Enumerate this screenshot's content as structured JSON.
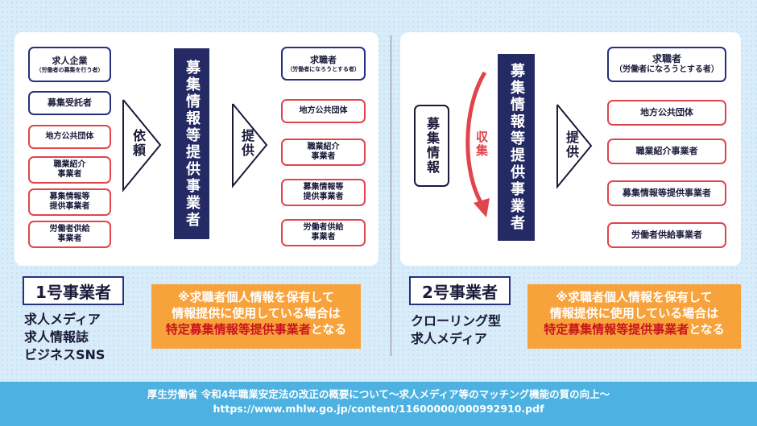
{
  "left": {
    "sources": [
      {
        "label": "求人企業",
        "sub": "（労働者の募集を行う者）"
      },
      {
        "label": "募集受託者",
        "sub": ""
      },
      {
        "label": "地方公共団体",
        "sub": ""
      },
      {
        "label": "職業紹介\n事業者",
        "sub": ""
      },
      {
        "label": "募集情報等\n提供事業者",
        "sub": ""
      },
      {
        "label": "労働者供給\n事業者",
        "sub": ""
      }
    ],
    "arrow1": "依頼",
    "center": "募集情報等提供事業者",
    "arrow2": "提供",
    "targets": [
      {
        "label": "求職者",
        "sub": "（労働者になろうとする者）"
      },
      {
        "label": "地方公共団体",
        "sub": ""
      },
      {
        "label": "職業紹介\n事業者",
        "sub": ""
      },
      {
        "label": "募集情報等\n提供事業者",
        "sub": ""
      },
      {
        "label": "労働者供給\n事業者",
        "sub": ""
      }
    ],
    "type_title": "1号事業者",
    "media": [
      "求人メディア",
      "求人情報誌",
      "ビジネスSNS"
    ],
    "note": {
      "line1": "※求職者個人情報を保有して",
      "line2": "情報提供に使用している場合は",
      "line3_highlight": "特定募集情報等提供事業者",
      "line3_rest": "となる"
    }
  },
  "right": {
    "source": "募集情報",
    "collect": "収集",
    "center": "募集情報等提供事業者",
    "arrow": "提供",
    "targets": [
      {
        "label": "求職者",
        "sub": "（労働者になろうとする者）"
      },
      {
        "label": "地方公共団体",
        "sub": ""
      },
      {
        "label": "職業紹介事業者",
        "sub": ""
      },
      {
        "label": "募集情報等提供事業者",
        "sub": ""
      },
      {
        "label": "労働者供給事業者",
        "sub": ""
      }
    ],
    "type_title": "2号事業者",
    "media": [
      "クローリング型",
      "求人メディア"
    ],
    "note": {
      "line1": "※求職者個人情報を保有して",
      "line2": "情報提供に使用している場合は",
      "line3_highlight": "特定募集情報等提供事業者",
      "line3_rest": "となる"
    }
  },
  "footer": {
    "line1": "厚生労働省 令和4年職業安定法の改正の概要について～求人メディア等のマッチング機能の質の向上～",
    "line2": "https://www.mhlw.go.jp/content/11600000/000992910.pdf"
  },
  "colors": {
    "navy": "#242a63",
    "red": "#e2444c",
    "orange": "#f7a23b",
    "highlight": "#c9141e",
    "footer": "#4db2e2"
  }
}
